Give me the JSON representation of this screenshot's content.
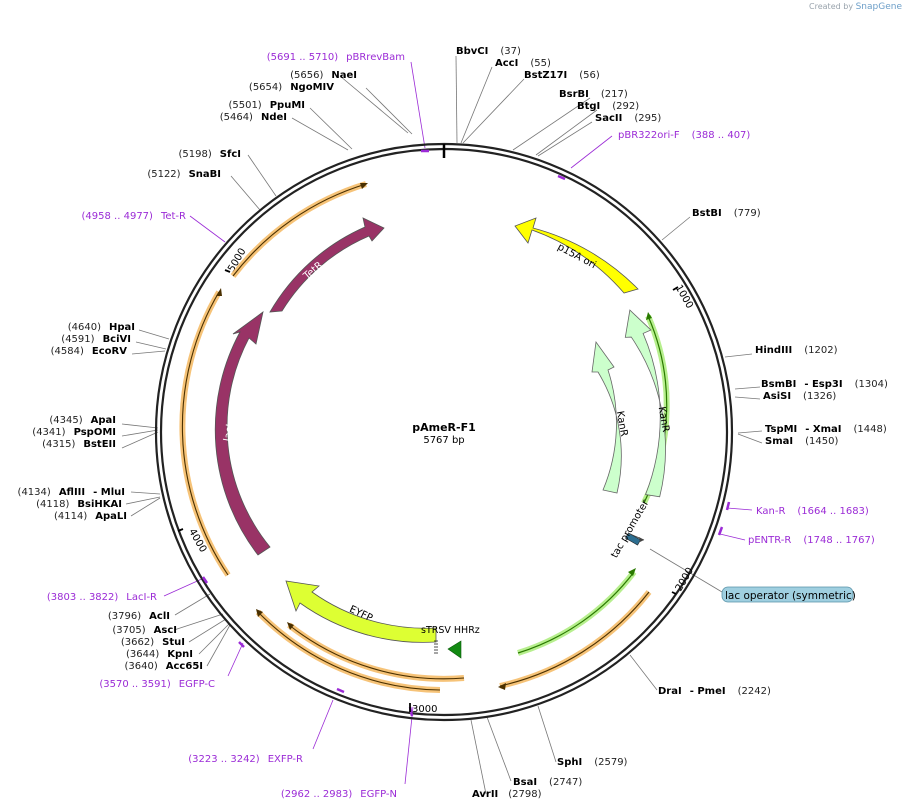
{
  "credit": {
    "prefix": "Created by",
    "brand": "SnapGene"
  },
  "plasmid": {
    "name": "pAmeR-F1",
    "length": "5767 bp"
  },
  "tick_labels": [
    "1000",
    "2000",
    "3000",
    "4000",
    "5000"
  ],
  "enzymes_right": [
    {
      "name": "BbvCI",
      "pos": "(37)"
    },
    {
      "name": "AccI",
      "pos": "(55)"
    },
    {
      "name": "BstZ17I",
      "pos": "(56)"
    },
    {
      "name": "BsrBI",
      "pos": "(217)"
    },
    {
      "name": "BtgI",
      "pos": "(292)"
    },
    {
      "name": "SacII",
      "pos": "(295)"
    },
    {
      "name": "BstBI",
      "pos": "(779)"
    },
    {
      "name": "HindIII",
      "pos": "(1202)"
    },
    {
      "name": "BsmBI",
      "extra": "- Esp3I",
      "pos": "(1304)"
    },
    {
      "name": "AsiSI",
      "pos": "(1326)"
    },
    {
      "name": "TspMI",
      "extra": "- XmaI",
      "pos": "(1448)"
    },
    {
      "name": "SmaI",
      "pos": "(1450)"
    },
    {
      "name": "DraI",
      "extra": "- PmeI",
      "pos": "(2242)"
    },
    {
      "name": "SphI",
      "pos": "(2579)"
    },
    {
      "name": "BsaI",
      "pos": "(2747)"
    },
    {
      "name": "AvrII",
      "pos": "(2798)"
    }
  ],
  "enzymes_left": [
    {
      "name": "NaeI",
      "pos": "(5656)"
    },
    {
      "name": "NgoMIV",
      "pos": "(5654)"
    },
    {
      "name": "PpuMI",
      "pos": "(5501)"
    },
    {
      "name": "NdeI",
      "pos": "(5464)"
    },
    {
      "name": "SfcI",
      "pos": "(5198)"
    },
    {
      "name": "SnaBI",
      "pos": "(5122)"
    },
    {
      "name": "HpaI",
      "pos": "(4640)"
    },
    {
      "name": "BciVI",
      "pos": "(4591)"
    },
    {
      "name": "EcoRV",
      "pos": "(4584)"
    },
    {
      "name": "ApaI",
      "pos": "(4345)"
    },
    {
      "name": "PspOMI",
      "pos": "(4341)"
    },
    {
      "name": "BstEII",
      "pos": "(4315)"
    },
    {
      "name": "AflIII",
      "extra": "- MluI",
      "pos": "(4134)"
    },
    {
      "name": "BsiHKAI",
      "pos": "(4118)"
    },
    {
      "name": "ApaLI",
      "pos": "(4114)"
    },
    {
      "name": "AclI",
      "pos": "(3796)"
    },
    {
      "name": "AscI",
      "pos": "(3705)"
    },
    {
      "name": "StuI",
      "pos": "(3662)"
    },
    {
      "name": "KpnI",
      "pos": "(3644)"
    },
    {
      "name": "Acc65I",
      "pos": "(3640)"
    }
  ],
  "primers": [
    {
      "name": "pBRrevBam",
      "range": "(5691 .. 5710)"
    },
    {
      "name": "pBR322ori-F",
      "range": "(388 .. 407)"
    },
    {
      "name": "Tet-R",
      "range": "(4958 .. 4977)"
    },
    {
      "name": "Kan-R",
      "range": "(1664 .. 1683)"
    },
    {
      "name": "pENTR-R",
      "range": "(1748 .. 1767)"
    },
    {
      "name": "LacI-R",
      "range": "(3803 .. 3822)"
    },
    {
      "name": "EGFP-C",
      "range": "(3570 .. 3591)"
    },
    {
      "name": "EXFP-R",
      "range": "(3223 .. 3242)"
    },
    {
      "name": "EGFP-N",
      "range": "(2962 .. 2983)"
    }
  ],
  "features": {
    "p15a": "p15A ori",
    "tetr": "TetR",
    "laci": "lacI",
    "kanr_outer": "KanR",
    "kanr_inner": "KanR",
    "eyfp": "EYFP",
    "strsv": "sTRSV HHRz",
    "tac": "tac promoter",
    "lac_operator": "lac operator (symmetric)"
  },
  "colors": {
    "backbone": "#222222",
    "p15a": "#ffff00",
    "tetr": "#993366",
    "kanr": "#ccffcc",
    "eyfp": "#ddff33",
    "strsv": "#138a13",
    "lac_operator": "#9fcfe0",
    "primer": "#9b2bd6",
    "orange_glow": "#f4b860"
  }
}
